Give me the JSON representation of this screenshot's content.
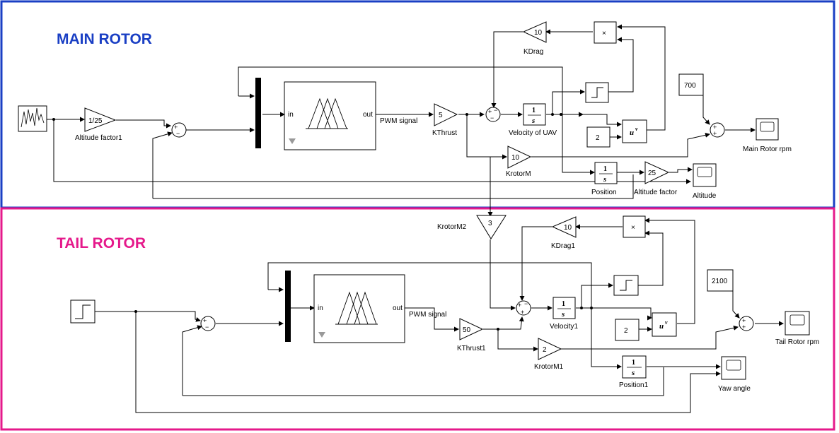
{
  "sections": {
    "main": {
      "title": "MAIN ROTOR",
      "color": "#1a3fc4"
    },
    "tail": {
      "title": "TAIL ROTOR",
      "color": "#e5198b"
    }
  },
  "main": {
    "altitude_gain": {
      "value": "1/25",
      "label": "Altitude factor1"
    },
    "kthrust": {
      "value": "5",
      "label": "KThrust"
    },
    "kdrag": {
      "value": "10",
      "label": "KDrag"
    },
    "krotor": {
      "value": "10",
      "label": "KrotorM"
    },
    "velocity": {
      "num": "1",
      "den": "s",
      "label": "Velocity of UAV"
    },
    "position": {
      "num": "1",
      "den": "s",
      "label": "Position"
    },
    "alt_factor": {
      "value": "25",
      "label": "Altitude factor"
    },
    "const_exp": {
      "value": "2"
    },
    "const_offset": {
      "value": "700"
    },
    "scope_rpm": {
      "label": "Main Rotor rpm"
    },
    "scope_alt": {
      "label": "Altitude"
    },
    "pwm_label": "PWM signal",
    "fis_in": "in",
    "fis_out": "out",
    "product": "×",
    "power": "u",
    "power_exp": "v"
  },
  "tail": {
    "krotor2": {
      "value": "3",
      "label": "KrotorM2"
    },
    "kthrust": {
      "value": "50",
      "label": "KThrust1"
    },
    "kdrag": {
      "value": "10",
      "label": "KDrag1"
    },
    "krotor": {
      "value": "2",
      "label": "KrotorM1"
    },
    "velocity": {
      "num": "1",
      "den": "s",
      "label": "Velocity1"
    },
    "position": {
      "num": "1",
      "den": "s",
      "label": "Position1"
    },
    "const_exp": {
      "value": "2"
    },
    "const_offset": {
      "value": "2100"
    },
    "scope_rpm": {
      "label": "Tail Rotor rpm"
    },
    "scope_yaw": {
      "label": "Yaw angle"
    },
    "pwm_label": "PWM signal",
    "fis_in": "in",
    "fis_out": "out",
    "product": "×",
    "power": "u",
    "power_exp": "v"
  }
}
